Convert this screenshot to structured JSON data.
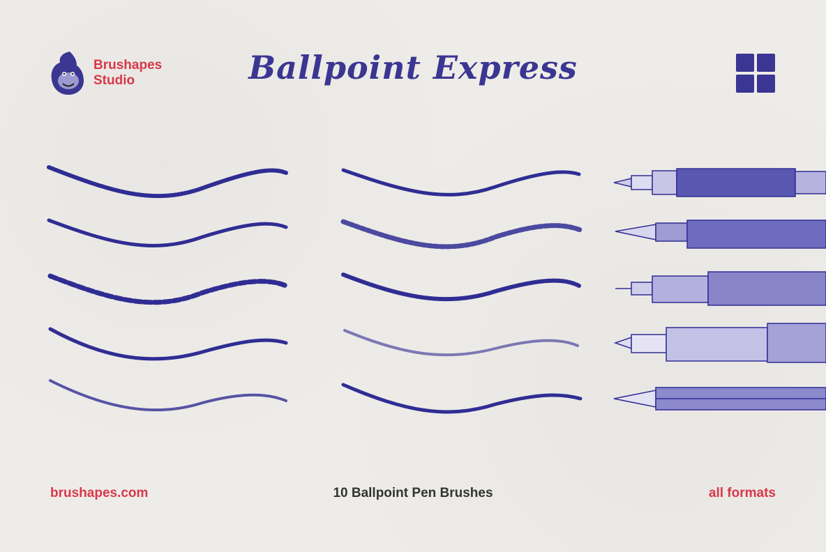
{
  "title": "Ballpoint Express",
  "brand": {
    "line1": "Brushapes",
    "line2": "Studio",
    "logo_icon": "gorilla-head-icon"
  },
  "format_icon": "grid-squares-icon",
  "footer": {
    "website": "brushapes.com",
    "subtitle": "10 Ballpoint Pen Brushes",
    "formats": "all formats"
  },
  "colors": {
    "ink": "#2f2d93",
    "accent": "#d8384a",
    "paper": "#eeece8",
    "text": "#333333"
  }
}
